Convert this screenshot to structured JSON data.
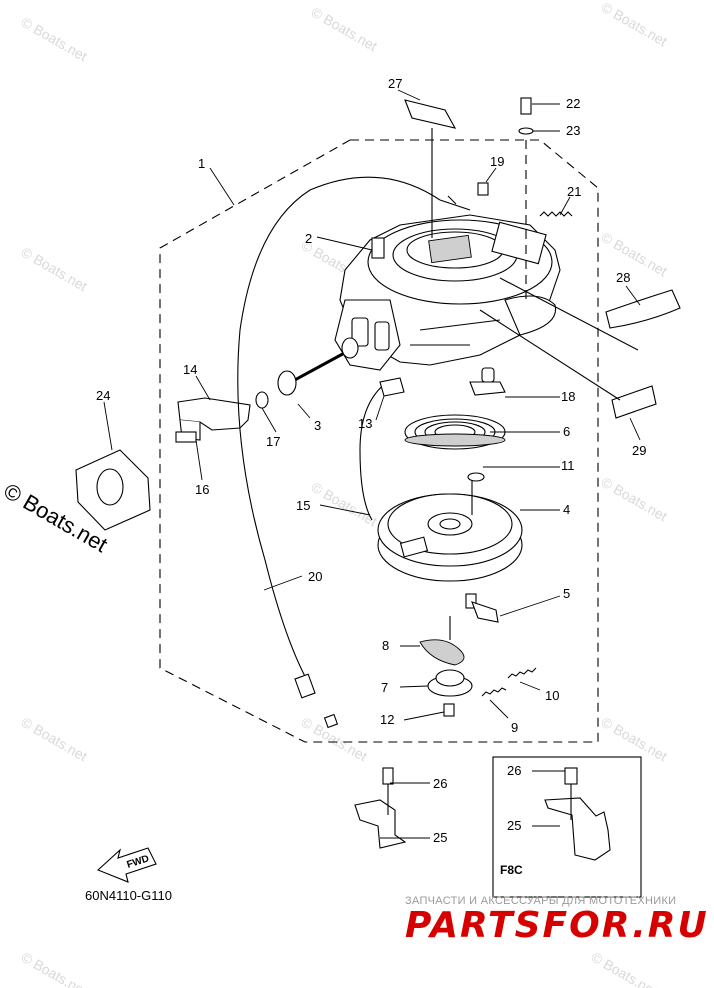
{
  "diagram": {
    "part_code": "60N4110-G110",
    "model_variant_label": "F8C",
    "fwd_label": "FWD",
    "watermark": "© Boats.net",
    "shop_subtitle": "ЗАПЧАСТИ И АКСЕССУАРЫ ДЛЯ МОТОТЕХНИКИ",
    "shop_brand": "PARTSFOR.RU"
  },
  "callouts": {
    "c1": "1",
    "c2": "2",
    "c3": "3",
    "c4": "4",
    "c5": "5",
    "c6": "6",
    "c7": "7",
    "c8": "8",
    "c9": "9",
    "c10": "10",
    "c11": "11",
    "c12": "12",
    "c13": "13",
    "c14": "14",
    "c15": "15",
    "c16": "16",
    "c17": "17",
    "c18": "18",
    "c19": "19",
    "c20": "20",
    "c21": "21",
    "c22": "22",
    "c23": "23",
    "c24": "24",
    "c25": "25",
    "c26": "26",
    "c27": "27",
    "c28": "28",
    "c29": "29",
    "c25b": "25",
    "c26b": "26"
  }
}
